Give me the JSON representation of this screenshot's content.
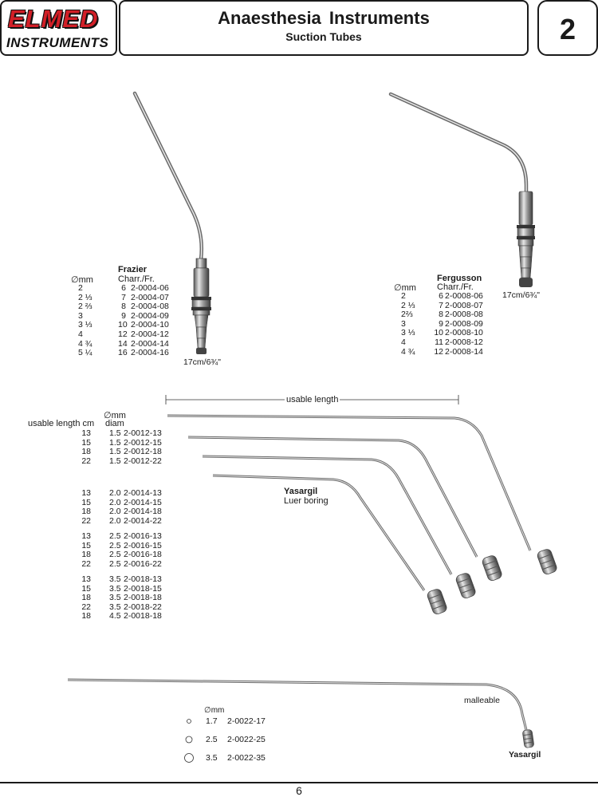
{
  "header": {
    "logo_top": "ELMED",
    "logo_bottom": "INSTRUMENTS",
    "title": "Anaesthesia Instruments",
    "subtitle": "Suction Tubes",
    "section_number": "2"
  },
  "frazier": {
    "name": "Frazier",
    "col_diam": "∅mm",
    "col_charr": "Charr./Fr.",
    "length": "17cm/6¾\"",
    "rows": [
      {
        "mm": "2",
        "fr": "6",
        "code": "2-0004-06"
      },
      {
        "mm": "2 ⅓",
        "fr": "7",
        "code": "2-0004-07"
      },
      {
        "mm": "2 ⅔",
        "fr": "8",
        "code": "2-0004-08"
      },
      {
        "mm": "3",
        "fr": "9",
        "code": "2-0004-09"
      },
      {
        "mm": "3 ⅓",
        "fr": "10",
        "code": "2-0004-10"
      },
      {
        "mm": "4",
        "fr": "12",
        "code": "2-0004-12"
      },
      {
        "mm": "4 ¾",
        "fr": "14",
        "code": "2-0004-14"
      },
      {
        "mm": "5 ¼",
        "fr": "16",
        "code": "2-0004-16"
      }
    ]
  },
  "fergusson": {
    "name": "Fergusson",
    "col_diam": "∅mm",
    "col_charr": "Charr./Fr.",
    "length": "17cm/6¾\"",
    "rows": [
      {
        "mm": "2",
        "fr": "6",
        "code": "2-0008-06"
      },
      {
        "mm": "2 ⅓",
        "fr": "7",
        "code": "2-0008-07"
      },
      {
        "mm": "2⅔",
        "fr": "8",
        "code": "2-0008-08"
      },
      {
        "mm": "3",
        "fr": "9",
        "code": "2-0008-09"
      },
      {
        "mm": "3 ⅓",
        "fr": "10",
        "code": "2-0008-10"
      },
      {
        "mm": "4",
        "fr": "11",
        "code": "2-0008-12"
      },
      {
        "mm": "4 ¾",
        "fr": "12",
        "code": "2-0008-14"
      }
    ]
  },
  "yasargil_luer": {
    "usable_length_label": "usable length",
    "col_length": "usable length cm",
    "col_diam_symbol": "∅mm",
    "col_diam": "diam",
    "name": "Yasargil",
    "subname": "Luer boring",
    "rows": [
      {
        "len": "13",
        "diam": "1.5",
        "code": "2-0012-13"
      },
      {
        "len": "15",
        "diam": "1.5",
        "code": "2-0012-15"
      },
      {
        "len": "18",
        "diam": "1.5",
        "code": "2-0012-18"
      },
      {
        "len": "22",
        "diam": "1.5",
        "code": "2-0012-22"
      },
      {
        "len": "13",
        "diam": "2.0",
        "code": "2-0014-13"
      },
      {
        "len": "15",
        "diam": "2.0",
        "code": "2-0014-15"
      },
      {
        "len": "18",
        "diam": "2.0",
        "code": "2-0014-18"
      },
      {
        "len": "22",
        "diam": "2.0",
        "code": "2-0014-22"
      },
      {
        "len": "13",
        "diam": "2.5",
        "code": "2-0016-13"
      },
      {
        "len": "15",
        "diam": "2.5",
        "code": "2-0016-15"
      },
      {
        "len": "18",
        "diam": "2.5",
        "code": "2-0016-18"
      },
      {
        "len": "22",
        "diam": "2.5",
        "code": "2-0016-22"
      },
      {
        "len": "13",
        "diam": "3.5",
        "code": "2-0018-13"
      },
      {
        "len": "15",
        "diam": "3.5",
        "code": "2-0018-15"
      },
      {
        "len": "18",
        "diam": "3.5",
        "code": "2-0018-18"
      },
      {
        "len": "22",
        "diam": "3.5",
        "code": "2-0018-22"
      },
      {
        "len": "18",
        "diam": "4.5",
        "code": "2-0018-18"
      }
    ]
  },
  "yasargil_malleable": {
    "label": "malleable",
    "name": "Yasargil",
    "col_diam": "∅mm",
    "rows": [
      {
        "diam": "1.7",
        "code": "2-0022-17"
      },
      {
        "diam": "2.5",
        "code": "2-0022-25"
      },
      {
        "diam": "3.5",
        "code": "2-0022-35"
      }
    ]
  },
  "footer": {
    "page_number": "6"
  }
}
